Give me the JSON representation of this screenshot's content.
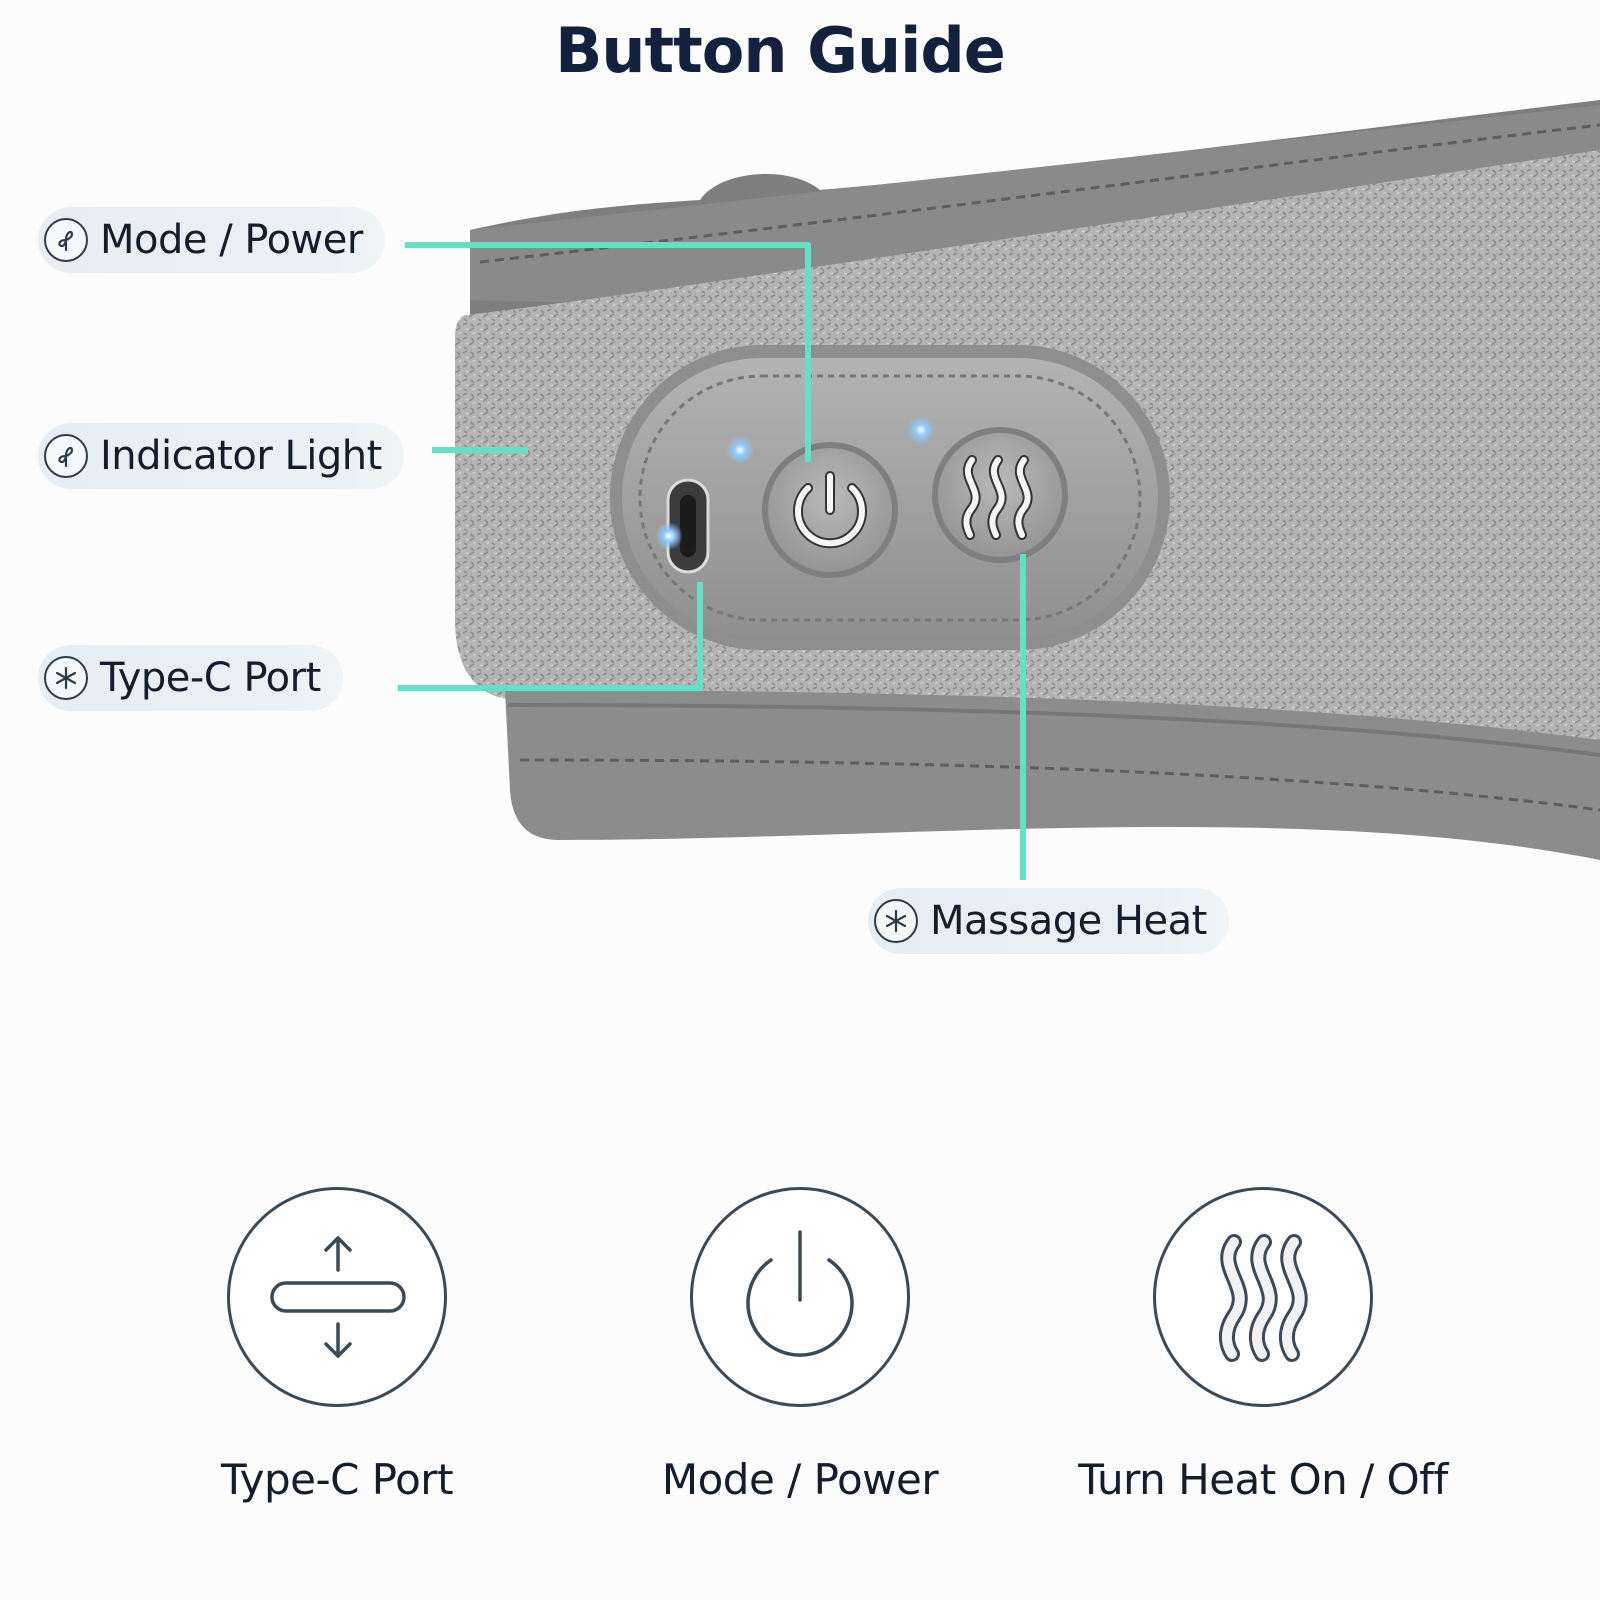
{
  "title": "Button Guide",
  "callouts": [
    {
      "label": "Mode / Power",
      "icon": "fan-icon"
    },
    {
      "label": "Indicator Light",
      "icon": "fan-icon"
    },
    {
      "label": "Type-C Port",
      "icon": "snowflake-icon"
    },
    {
      "label": "Massage Heat",
      "icon": "snowflake-icon"
    }
  ],
  "guide": [
    {
      "label": "Type-C Port",
      "icon": "type-c-port-icon"
    },
    {
      "label": "Mode / Power",
      "icon": "power-icon"
    },
    {
      "label": "Turn Heat On / Off",
      "icon": "heat-waves-icon"
    }
  ],
  "colors": {
    "leader_line": "#5fe3c4",
    "title": "#13213f",
    "fabric": "#a9a9a9",
    "control_panel": "#a2a2a2"
  }
}
